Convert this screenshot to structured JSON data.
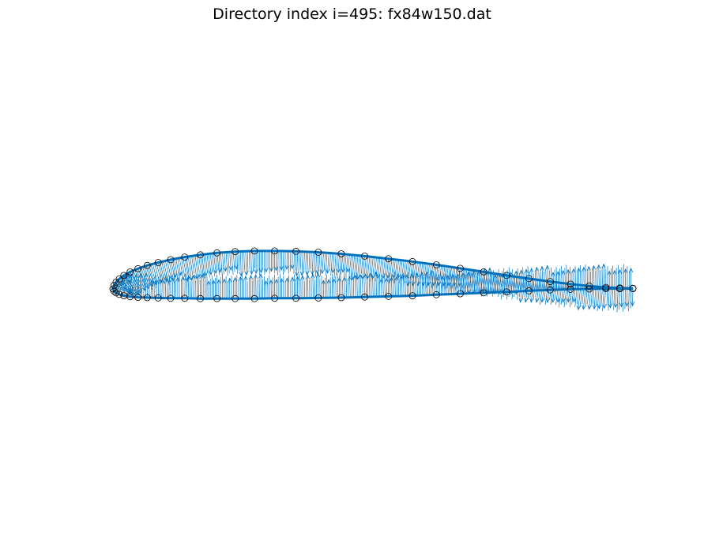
{
  "chart_data": {
    "type": "scatter",
    "title": "Directory index i=495: fx84w150.dat",
    "xlabel": "",
    "ylabel": "",
    "axes_visible": false,
    "grid": false,
    "aspect": "equal",
    "colors": {
      "outline": "#0072BD",
      "normals": "#0072BD",
      "markers_edge": "#000000"
    },
    "upper_surface": {
      "x": [
        0.0,
        0.002,
        0.006,
        0.012,
        0.021,
        0.033,
        0.048,
        0.066,
        0.087,
        0.111,
        0.138,
        0.168,
        0.2,
        0.235,
        0.272,
        0.311,
        0.352,
        0.395,
        0.439,
        0.484,
        0.53,
        0.576,
        0.622,
        0.668,
        0.713,
        0.757,
        0.8,
        0.841,
        0.88,
        0.916,
        0.948,
        0.975,
        1.0
      ],
      "y": [
        0.0,
        0.011,
        0.021,
        0.031,
        0.042,
        0.053,
        0.063,
        0.073,
        0.082,
        0.091,
        0.099,
        0.106,
        0.112,
        0.116,
        0.118,
        0.118,
        0.117,
        0.114,
        0.109,
        0.102,
        0.094,
        0.085,
        0.075,
        0.064,
        0.053,
        0.042,
        0.032,
        0.023,
        0.015,
        0.009,
        0.005,
        0.003,
        0.002
      ]
    },
    "lower_surface": {
      "x": [
        0.0,
        0.002,
        0.006,
        0.012,
        0.021,
        0.033,
        0.048,
        0.066,
        0.087,
        0.111,
        0.138,
        0.168,
        0.2,
        0.235,
        0.272,
        0.311,
        0.352,
        0.395,
        0.439,
        0.484,
        0.53,
        0.576,
        0.622,
        0.668,
        0.713,
        0.757,
        0.8,
        0.841,
        0.88,
        0.916,
        0.948,
        0.975,
        1.0
      ],
      "y": [
        0.0,
        -0.007,
        -0.012,
        -0.017,
        -0.021,
        -0.024,
        -0.026,
        -0.027,
        -0.028,
        -0.029,
        -0.029,
        -0.03,
        -0.03,
        -0.03,
        -0.03,
        -0.029,
        -0.029,
        -0.028,
        -0.027,
        -0.025,
        -0.023,
        -0.021,
        -0.018,
        -0.015,
        -0.012,
        -0.009,
        -0.006,
        -0.003,
        -0.001,
        0.0,
        0.001,
        0.001,
        0.001
      ]
    }
  }
}
